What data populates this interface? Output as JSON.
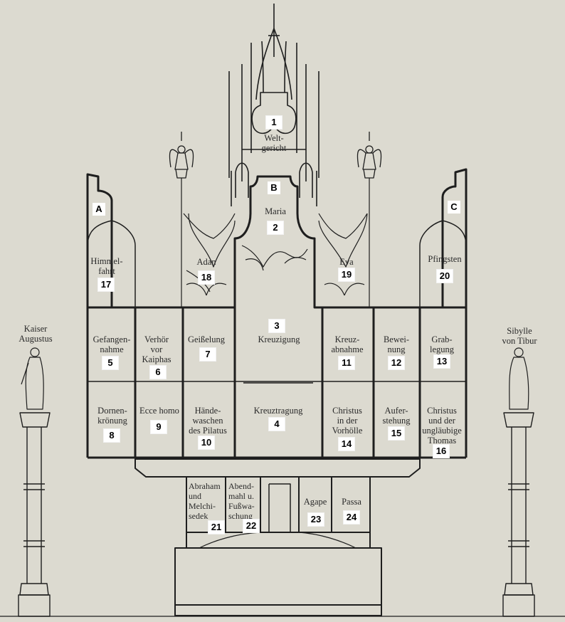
{
  "panels": {
    "p1": {
      "num": "1",
      "label": "Welt-\ngericht"
    },
    "p2": {
      "num": "2",
      "label": "Maria"
    },
    "p3": {
      "num": "3",
      "label": "Kreuzigung"
    },
    "p4": {
      "num": "4",
      "label": "Kreuztragung"
    },
    "p5": {
      "num": "5",
      "label": "Gefangen-\nnahme"
    },
    "p6": {
      "num": "6",
      "label": "Verhör\nvor\nKaiphas"
    },
    "p7": {
      "num": "7",
      "label": "Geißelung"
    },
    "p8": {
      "num": "8",
      "label": "Dornen-\nkrönung"
    },
    "p9": {
      "num": "9",
      "label": "Ecce homo"
    },
    "p10": {
      "num": "10",
      "label": "Hände-\nwaschen\ndes Pilatus"
    },
    "p11": {
      "num": "11",
      "label": "Kreuz-\nabnahme"
    },
    "p12": {
      "num": "12",
      "label": "Bewei-\nnung"
    },
    "p13": {
      "num": "13",
      "label": "Grab-\nlegung"
    },
    "p14": {
      "num": "14",
      "label": "Christus\nin der\nVorhölle"
    },
    "p15": {
      "num": "15",
      "label": "Aufer-\nstehung"
    },
    "p16": {
      "num": "16",
      "label": "Christus\nund der\nungläubige\nThomas"
    },
    "p17": {
      "num": "17",
      "label": "Himmel-\nfahrt"
    },
    "p18": {
      "num": "18",
      "label": "Adan"
    },
    "p19": {
      "num": "19",
      "label": "Eva"
    },
    "p20": {
      "num": "20",
      "label": "Pfingsten"
    },
    "p21": {
      "num": "21",
      "label": "Abraham\nund\nMelchi-\nsedek"
    },
    "p22": {
      "num": "22",
      "label": "Abend-\nmahl u.\nFußwa-\nschung"
    },
    "p23": {
      "num": "23",
      "label": "Agape"
    },
    "p24": {
      "num": "24",
      "label": "Passa"
    }
  },
  "letters": {
    "a": "A",
    "b": "B",
    "c": "C"
  },
  "figures": {
    "left": "Kaiser\nAugustus",
    "right": "Sibylle\nvon Tibur"
  },
  "colors": {
    "paper": "#dcdad0",
    "ink": "#1e1e1e",
    "badge": "#ffffff"
  }
}
